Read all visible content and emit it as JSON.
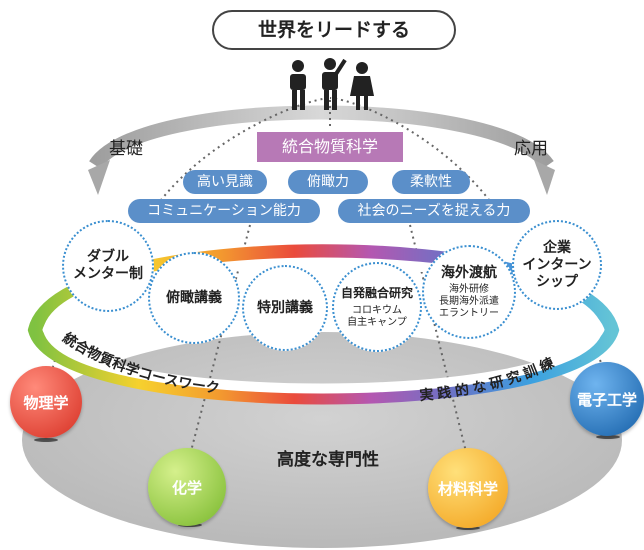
{
  "title": "世界をリードする",
  "left_label": "基礎",
  "right_label": "応用",
  "core": "統合物質科学",
  "skills_row1": [
    "高い見識",
    "俯瞰力",
    "柔軟性"
  ],
  "skills_row2": [
    "コミュニケーション能力",
    "社会のニーズを捉える力"
  ],
  "programs": [
    {
      "main": "ダブル\nメンター制",
      "sub": ""
    },
    {
      "main": "俯瞰講義",
      "sub": ""
    },
    {
      "main": "特別講義",
      "sub": ""
    },
    {
      "main": "自発融合研究",
      "sub": "コロキウム\n自主キャンプ"
    },
    {
      "main": "海外渡航",
      "sub": "海外研修\n長期海外派遣\nエラントリー"
    },
    {
      "main": "企業\nインターン\nシップ",
      "sub": ""
    }
  ],
  "ring_left": "統合物質科学コースワーク",
  "ring_right": "実践的な研究訓練",
  "center": "高度な専門性",
  "disciplines": [
    "物理学",
    "化学",
    "材料科学",
    "電子工学"
  ],
  "colors": {
    "purple": "#b779b6",
    "blue_tag": "#5b8fc9",
    "red": "#e8392e",
    "green": "#8cc63f",
    "orange": "#f5a623",
    "blue": "#1e6fb8"
  }
}
